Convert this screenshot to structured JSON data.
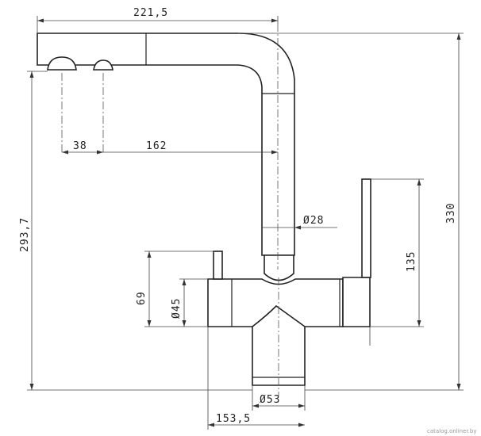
{
  "dimensions": {
    "spout_reach": "221,5",
    "outlet_offset": "38",
    "outlet_to_body": "162",
    "spout_diameter": "Ø28",
    "total_height": "330",
    "spout_height": "293,7",
    "lever_height": "135",
    "body_height": "69",
    "body_diameter": "Ø45",
    "base_diameter": "Ø53",
    "body_width": "153,5"
  },
  "watermark": "catalog.onliner.by"
}
